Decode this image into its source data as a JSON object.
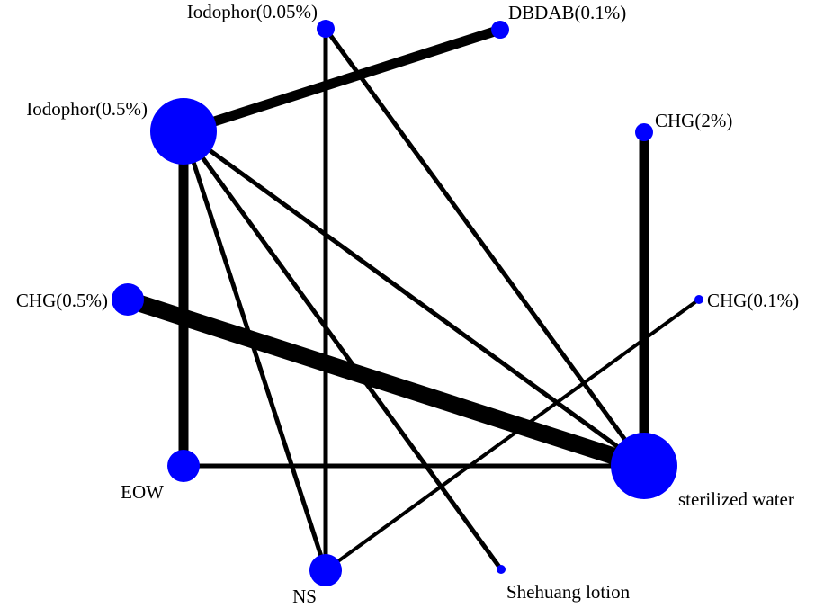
{
  "network": {
    "node_color": "#0000ff",
    "edge_color": "#000000",
    "nodes": [
      {
        "id": "dbdab_01",
        "label": "DBDAB(0.1%)",
        "size": "small"
      },
      {
        "id": "iodophor_005",
        "label": "Iodophor(0.05%)",
        "size": "small"
      },
      {
        "id": "iodophor_05",
        "label": "Iodophor(0.5%)",
        "size": "large"
      },
      {
        "id": "chg_2",
        "label": "CHG(2%)",
        "size": "small"
      },
      {
        "id": "chg_05",
        "label": "CHG(0.5%)",
        "size": "medium"
      },
      {
        "id": "chg_01",
        "label": "CHG(0.1%)",
        "size": "tiny"
      },
      {
        "id": "eow",
        "label": "EOW",
        "size": "medium"
      },
      {
        "id": "sterilized_water",
        "label": "sterilized water",
        "size": "large"
      },
      {
        "id": "ns",
        "label": "NS",
        "size": "medium"
      },
      {
        "id": "shehuang_lotion",
        "label": "Shehuang lotion",
        "size": "tiny"
      }
    ],
    "edges": [
      {
        "from": "iodophor_05",
        "to": "dbdab_01",
        "weight": "heavy"
      },
      {
        "from": "chg_05",
        "to": "sterilized_water",
        "weight": "heaviest"
      },
      {
        "from": "iodophor_05",
        "to": "eow",
        "weight": "heavy"
      },
      {
        "from": "chg_2",
        "to": "sterilized_water",
        "weight": "heavy"
      },
      {
        "from": "iodophor_05",
        "to": "ns",
        "weight": "normal"
      },
      {
        "from": "iodophor_05",
        "to": "shehuang_lotion",
        "weight": "normal"
      },
      {
        "from": "iodophor_05",
        "to": "sterilized_water",
        "weight": "normal"
      },
      {
        "from": "iodophor_005",
        "to": "ns",
        "weight": "normal"
      },
      {
        "from": "iodophor_005",
        "to": "sterilized_water",
        "weight": "normal"
      },
      {
        "from": "eow",
        "to": "sterilized_water",
        "weight": "normal"
      },
      {
        "from": "chg_01",
        "to": "ns",
        "weight": "thin"
      }
    ]
  }
}
